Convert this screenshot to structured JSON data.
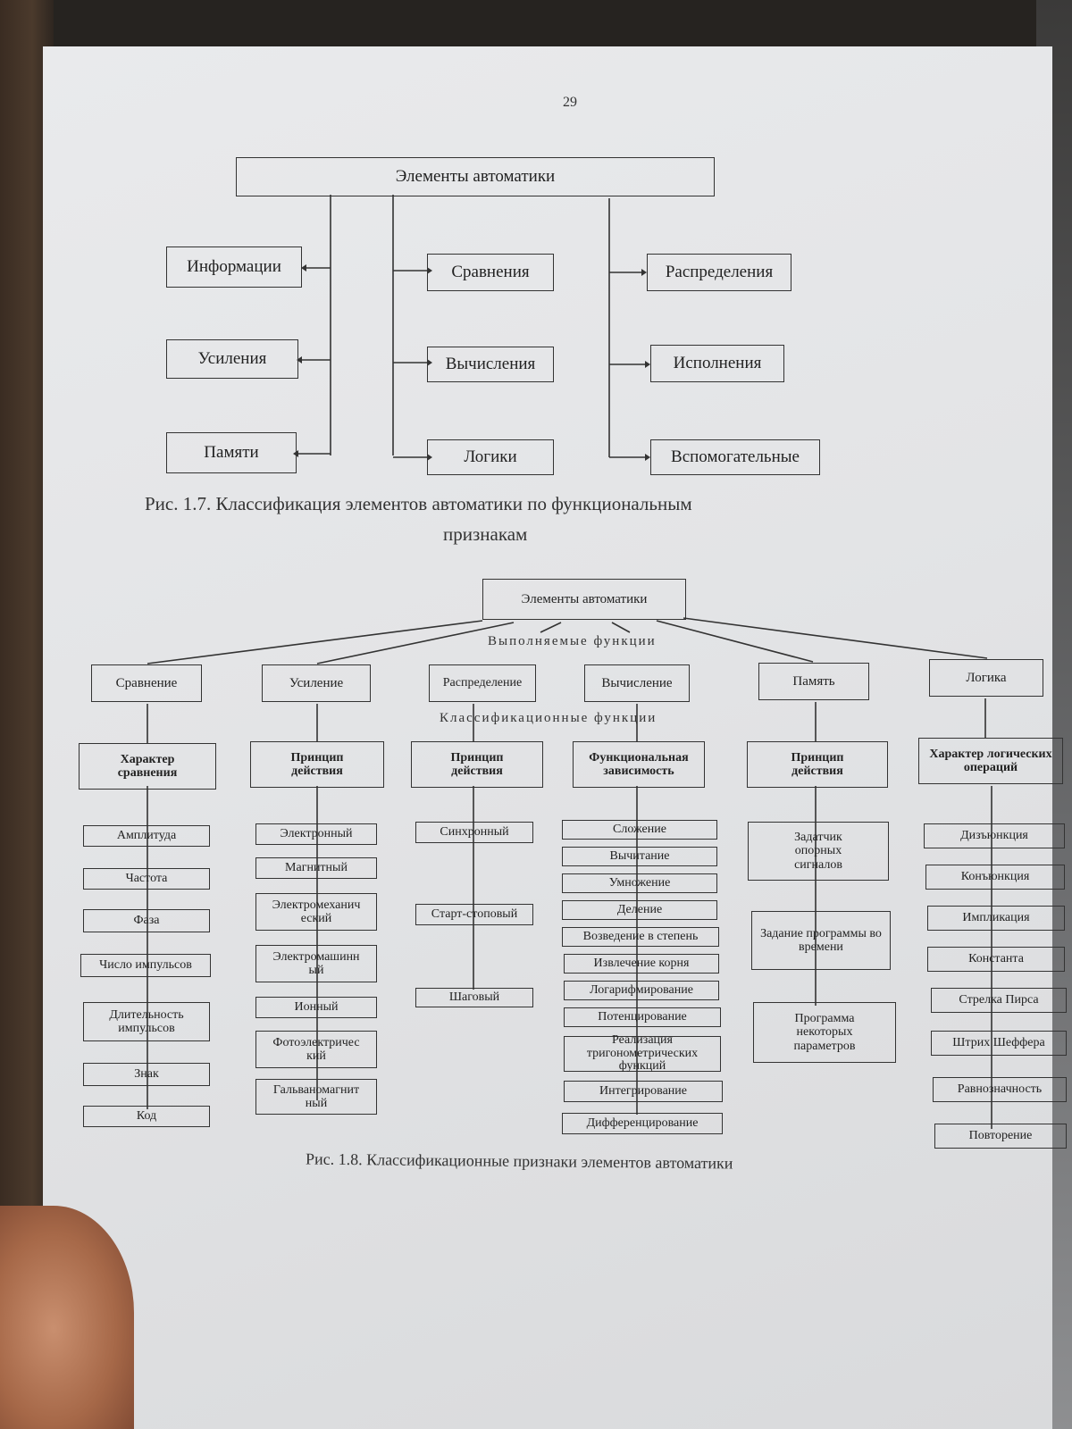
{
  "page_number": "29",
  "fig1": {
    "root": "Элементы автоматики",
    "left": [
      "Информации",
      "Усиления",
      "Памяти"
    ],
    "middle": [
      "Сравнения",
      "Вычисления",
      "Логики"
    ],
    "right": [
      "Распределения",
      "Исполнения",
      "Вспомогательные"
    ],
    "caption_line1": "Рис. 1.7. Классификация элементов автоматики по функциональным",
    "caption_line2": "признакам"
  },
  "fig2": {
    "root": "Элементы автоматики",
    "label_functions": "Выполняемые функции",
    "label_classification": "Классификационные функции",
    "columns": [
      {
        "func": "Сравнение",
        "criterion": "Характер сравнения",
        "items": [
          "Амплитуда",
          "Частота",
          "Фаза",
          "Число импульсов",
          "Длительность импульсов",
          "Знак",
          "Код"
        ]
      },
      {
        "func": "Усиление",
        "criterion": "Принцип действия",
        "items": [
          "Электронный",
          "Магнитный",
          "Электромеханический",
          "Электромашинный",
          "Ионный",
          "Фотоэлектрический",
          "Гальваномагнитный"
        ]
      },
      {
        "func": "Распределение",
        "criterion": "Принцип действия",
        "items": [
          "Синхронный",
          "Старт-стоповый",
          "Шаговый"
        ]
      },
      {
        "func": "Вычисление",
        "criterion": "Функциональная зависимость",
        "items": [
          "Сложение",
          "Вычитание",
          "Умножение",
          "Деление",
          "Возведение в степень",
          "Извлечение корня",
          "Логарифмирование",
          "Потенцирование",
          "Реализация тригонометрических функций",
          "Интегрирование",
          "Дифференцирование"
        ]
      },
      {
        "func": "Память",
        "criterion": "Принцип действия",
        "items": [
          "Задатчик опорных сигналов",
          "Задание программы во времени",
          "Программа некоторых параметров"
        ]
      },
      {
        "func": "Логика",
        "criterion": "Характер логических операций",
        "items": [
          "Дизъюнкция",
          "Конъюнкция",
          "Импликация",
          "Константа",
          "Стрелка Пирса",
          "Штрих Шеффера",
          "Равнозначность",
          "Повторение"
        ]
      }
    ],
    "caption": "Рис. 1.8. Классификационные признаки элементов автоматики"
  }
}
